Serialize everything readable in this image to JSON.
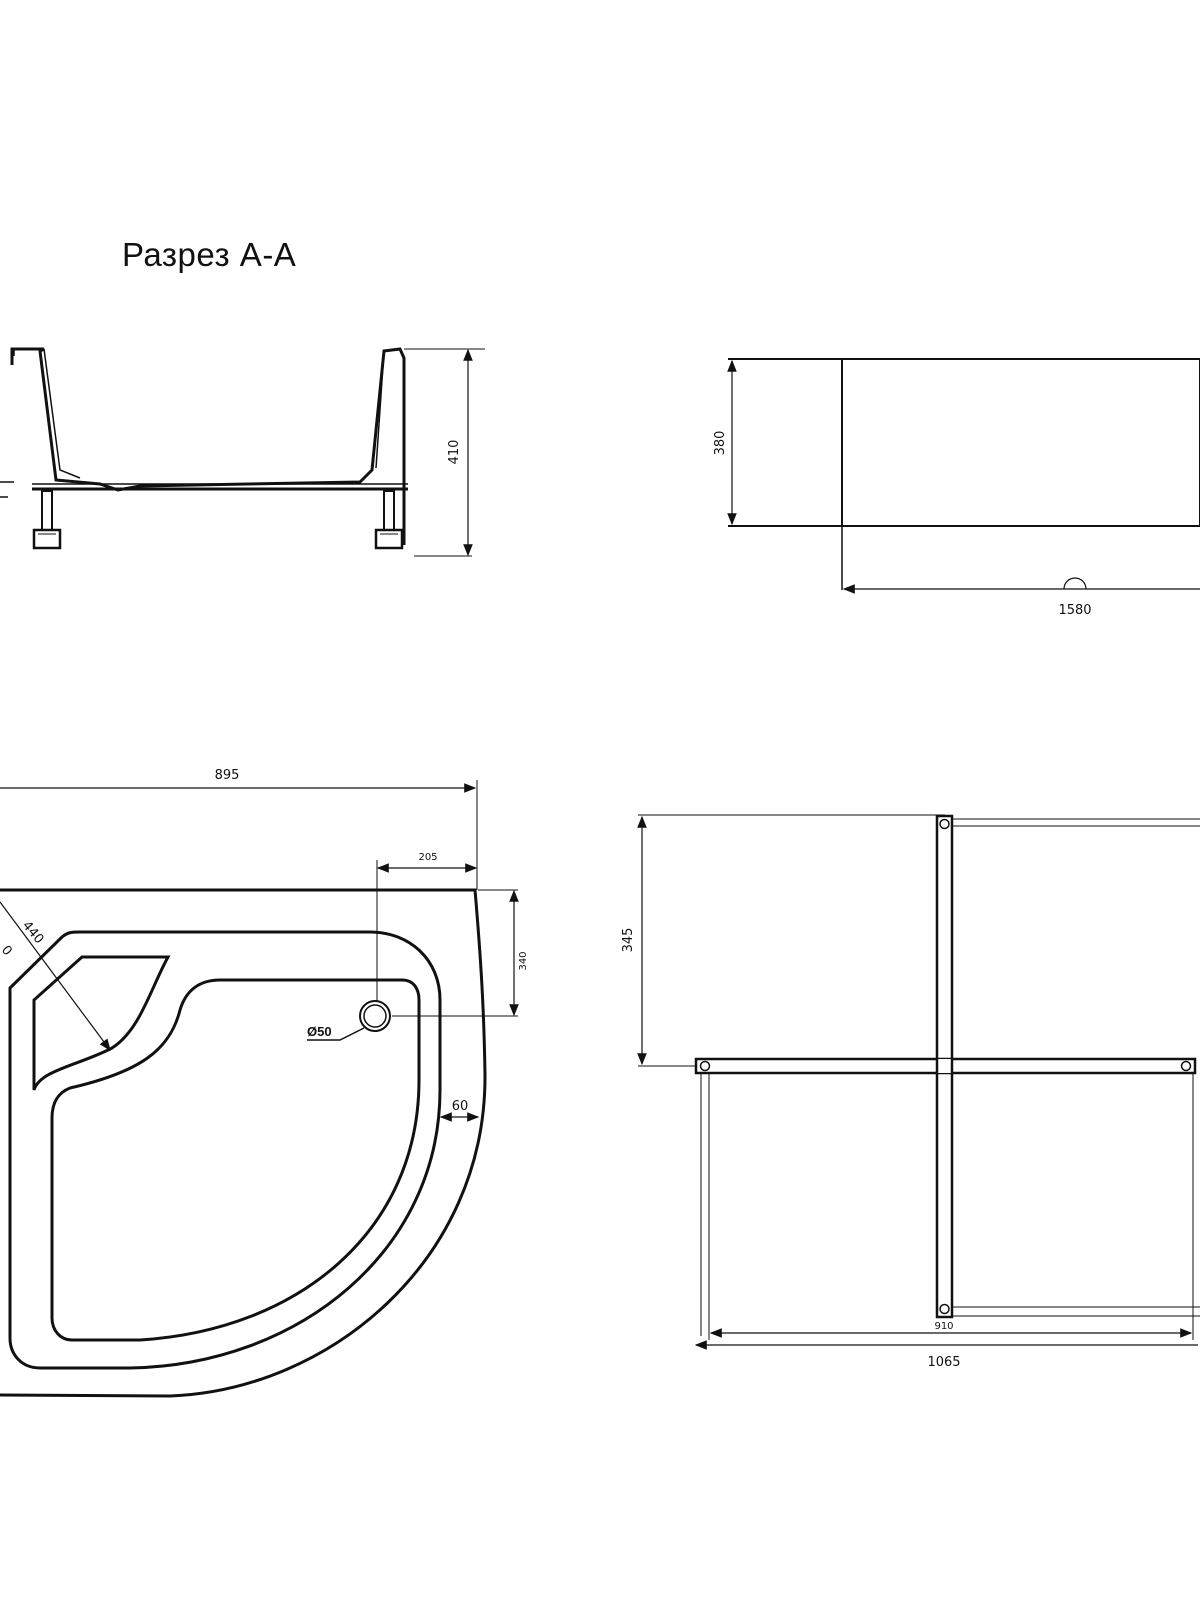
{
  "section_title": "Разрез А-А",
  "section_view": {
    "height": "410"
  },
  "side_view": {
    "height": "380",
    "length": "1580"
  },
  "plan_view": {
    "width": "895",
    "drain_offset": "205",
    "drain_depth": "340",
    "corner_radius": "440",
    "corner_partial": "0",
    "rim_width": "60",
    "drain_diameter": "Ø50"
  },
  "frame_view": {
    "height": "345",
    "inner_width": "910",
    "outer_width": "1065"
  },
  "colors": {
    "line": "#111111",
    "background": "#ffffff"
  }
}
